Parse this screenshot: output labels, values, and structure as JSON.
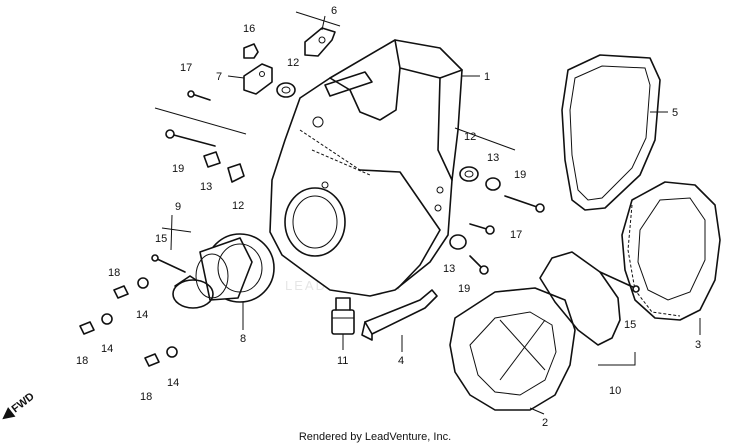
{
  "diagram": {
    "watermark": "LEADVENTURE",
    "credit": "Rendered by LeadVenture, Inc.",
    "fwd_label": "FWD",
    "callouts": {
      "c1": "1",
      "c2": "2",
      "c3": "3",
      "c4": "4",
      "c5": "5",
      "c6": "6",
      "c7": "7",
      "c8": "8",
      "c9": "9",
      "c10": "10",
      "c11": "11",
      "c12a": "12",
      "c12b": "12",
      "c12c": "12",
      "c13a": "13",
      "c13b": "13",
      "c13c": "13",
      "c14a": "14",
      "c14b": "14",
      "c14c": "14",
      "c15a": "15",
      "c15b": "15",
      "c16": "16",
      "c17a": "17",
      "c17b": "17",
      "c18a": "18",
      "c18b": "18",
      "c18c": "18",
      "c19a": "19",
      "c19b": "19",
      "c19c": "19"
    }
  }
}
